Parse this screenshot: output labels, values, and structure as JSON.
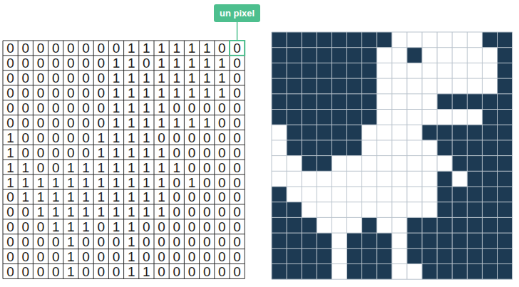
{
  "diagram": {
    "nodes": [
      {
        "text": [
          "un pixel"
        ]
      }
    ],
    "labels": [
      "0",
      "0",
      "0",
      "0",
      "0",
      "0",
      "0",
      "0",
      "1",
      "1",
      "1",
      "1",
      "1",
      "1",
      "0",
      "0",
      "0",
      "0",
      "0",
      "0",
      "0",
      "0",
      "0",
      "1",
      "1",
      "0",
      "1",
      "1",
      "1",
      "1",
      "1",
      "0",
      "0",
      "0",
      "0",
      "0",
      "0",
      "0",
      "0",
      "1",
      "1",
      "1",
      "1",
      "1",
      "1",
      "1",
      "1",
      "0",
      "0",
      "0",
      "0",
      "0",
      "0",
      "0",
      "0",
      "1",
      "1",
      "1",
      "1",
      "1",
      "1",
      "1",
      "1",
      "0",
      "0",
      "0",
      "0",
      "0",
      "0",
      "0",
      "0",
      "1",
      "1",
      "1",
      "1",
      "0",
      "0",
      "0",
      "0",
      "0",
      "0",
      "0",
      "0",
      "0",
      "0",
      "0",
      "0",
      "1",
      "1",
      "1",
      "1",
      "1",
      "1",
      "1",
      "0",
      "0",
      "1",
      "0",
      "0",
      "0",
      "0",
      "0",
      "1",
      "1",
      "1",
      "1",
      "0",
      "0",
      "0",
      "0",
      "0",
      "0",
      "1",
      "0",
      "0",
      "0",
      "0",
      "0",
      "1",
      "1",
      "1",
      "1",
      "1",
      "0",
      "0",
      "0",
      "0",
      "0",
      "1",
      "1",
      "0",
      "0",
      "1",
      "1",
      "1",
      "1",
      "1",
      "1",
      "1",
      "1",
      "0",
      "0",
      "0",
      "0",
      "1",
      "1",
      "1",
      "1",
      "1",
      "1",
      "1",
      "1",
      "1",
      "1",
      "1",
      "0",
      "1",
      "0",
      "0",
      "0",
      "0",
      "1",
      "1",
      "1",
      "1",
      "1",
      "1",
      "1",
      "1",
      "1",
      "1",
      "0",
      "0",
      "0",
      "0",
      "0",
      "0",
      "0",
      "1",
      "1",
      "1",
      "1",
      "1",
      "1",
      "1",
      "1",
      "1",
      "0",
      "0",
      "0",
      "0",
      "0",
      "0",
      "0",
      "0",
      "1",
      "1",
      "1",
      "0",
      "1",
      "1",
      "0",
      "0",
      "0",
      "0",
      "0",
      "0",
      "0",
      "0",
      "0",
      "0",
      "0",
      "1",
      "0",
      "0",
      "0",
      "1",
      "0",
      "0",
      "0",
      "0",
      "0",
      "0",
      "0",
      "0",
      "0",
      "0",
      "0",
      "1",
      "0",
      "0",
      "0",
      "1",
      "0",
      "0",
      "0",
      "0",
      "0",
      "0",
      "0",
      "0",
      "0",
      "0",
      "0",
      "1",
      "0",
      "0",
      "0",
      "1",
      "1",
      "0",
      "0",
      "0",
      "0",
      "0",
      "0"
    ]
  }
}
